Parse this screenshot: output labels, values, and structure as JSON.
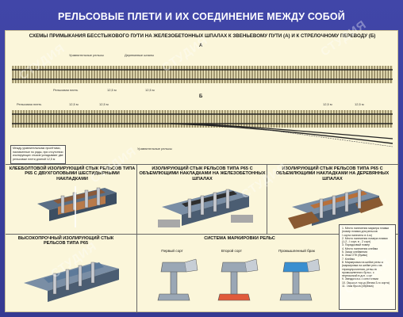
{
  "poster": {
    "title": "РЕЛЬСОВЫЕ ПЛЕТИ И ИХ СОЕДИНЕНИЕ МЕЖДУ СОБОЙ",
    "top_band": "СХЕМЫ ПРИМЫКАНИЯ БЕССТЫКОВОГО ПУТИ НА ЖЕЛЕЗОБЕТОННЫХ ШПАЛАХ К ЗВЕНЬЕВОМУ ПУТИ (А) И К СТРЕЛОЧНОМУ ПЕРЕВОДУ (Б)",
    "letter_a": "А",
    "letter_b": "Б",
    "scheme_a_labels": {
      "joint_rails": "Уравнительные рельсы",
      "wood_sleepers": "Деревянные шпалы",
      "rail_string": "Рельсовая плеть",
      "l1": "12,5 м",
      "l2": "12,5 м"
    },
    "scheme_b_labels": {
      "rail_string": "Рельсовая плеть",
      "l1": "12,5 м",
      "l2": "12,5 м",
      "l3": "12,5 м",
      "l4": "12,5 м",
      "eq_rails": "Уравнительные рельсы"
    },
    "note": "Между уравнительными пролётами, назначенные по ряды, при отсутствии изолирующих стыков укладывают две рельсовые плети длиной 12,5 м",
    "section1": "КЛЕЕБОЛТОВОЙ ИЗОЛИРУЮЩИЙ СТЫК РЕЛЬСОВ ТИПА Р65 С ДВУХГОЛОВЫМИ ШЕСТИДЫРНЫМИ НАКЛАДКАМИ",
    "section2": "ИЗОЛИРУЮЩИЙ СТЫК РЕЛЬСОВ ТИПА Р65 С ОБЪЕМЛЮЩИМИ НАКЛАДКАМИ НА ЖЕЛЕЗОБЕТОННЫХ ШПАЛАХ",
    "section3": "ИЗОЛИРУЮЩИЙ СТЫК РЕЛЬСОВ ТИПА Р65 С ОБЪЕМЛЮЩИМИ НАКЛАДКАМИ НА ДЕРЕВЯННЫХ ШПАЛАХ",
    "section4": "ВЫСОКОПРОЧНЫЙ ИЗОЛИРУЮЩИЙ СТЫК РЕЛЬСОВ ТИПА Р65",
    "section5": "СИСТЕМА МАРКИРОВКИ РЕЛЬС",
    "grades": [
      "Первый сорт",
      "Второй сорт",
      "Промышленный брак"
    ],
    "legend": [
      "1. Место нанесения маркера плавки",
      "(номер плавки для рельсов",
      "I сорта нанесено в 4-м)",
      "2. Место нанесения номера плавки",
      "(1-2 - I сорт, в - 2 сорт)",
      "3. Порядковый номер",
      "4. Место нанесения клейма",
      "5. Зазор клеймения",
      "6. Знак ОТК (буквы)",
      "7. Клеймо",
      "8. Маркировка на шейке рельса",
      "(маркировка на шейке рельсов",
      "термоупрочнения, рельсов",
      "промышленного брака, с",
      "пересылкой в доп. сорт",
      "9. Звездочка в соответствии",
      "10. Окраска торца (белая 3-го сорта)",
      "11. Знак брака (обрезка)"
    ],
    "watermark": "СТУДИЯ"
  },
  "colors": {
    "background": "#3a3f9e",
    "panel": "#fbf6da",
    "rail_dark": "#2b2b2b",
    "sleeper": "#8a7f5a",
    "grade1": "#9aa7b5",
    "grade2": "#e05a3a",
    "grade3": "#3a8fd0"
  }
}
